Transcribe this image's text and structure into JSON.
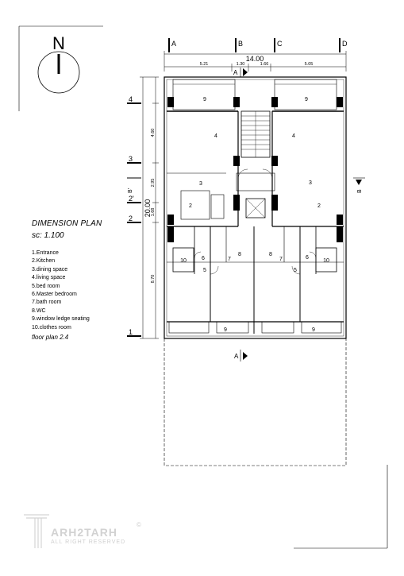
{
  "legend": {
    "title": "DIMENSION PLAN",
    "scale": "sc: 1.100",
    "items": [
      "1.Entrance",
      "2.Kitchen",
      "3.dining space",
      "4.living space",
      "5.bed room",
      "6.Master bedroom",
      "7.bath room",
      "8.WC",
      "9.window ledge seating",
      "10.clothes room"
    ],
    "plan_label": "floor plan 2.4"
  },
  "compass": {
    "north_label": "N"
  },
  "grid": {
    "columns": [
      "A",
      "B",
      "C",
      "D"
    ],
    "rows": [
      "4",
      "3",
      "B'",
      "2'",
      "2",
      "1"
    ],
    "section_mark": "A",
    "side_section_mark": "B"
  },
  "dimensions": {
    "overall_width": "14.00",
    "overall_depth": "20.00",
    "top_spans": [
      "5.21",
      "1.30",
      "1.66",
      "5.05"
    ],
    "left_spans": [
      "4.60",
      "2.95",
      "1.68",
      "8.70"
    ]
  },
  "rooms": [
    {
      "num": "9"
    },
    {
      "num": "9"
    },
    {
      "num": "4"
    },
    {
      "num": "4"
    },
    {
      "num": "3"
    },
    {
      "num": "3"
    },
    {
      "num": "2"
    },
    {
      "num": "2"
    },
    {
      "num": "10"
    },
    {
      "num": "10"
    },
    {
      "num": "6"
    },
    {
      "num": "6"
    },
    {
      "num": "7"
    },
    {
      "num": "7"
    },
    {
      "num": "8"
    },
    {
      "num": "8"
    },
    {
      "num": "5"
    },
    {
      "num": "5"
    },
    {
      "num": "9"
    },
    {
      "num": "9"
    }
  ],
  "brand": {
    "name": "ARH2TARH",
    "symbol": "©",
    "tagline": "ALL RIGHT RESERVED"
  }
}
